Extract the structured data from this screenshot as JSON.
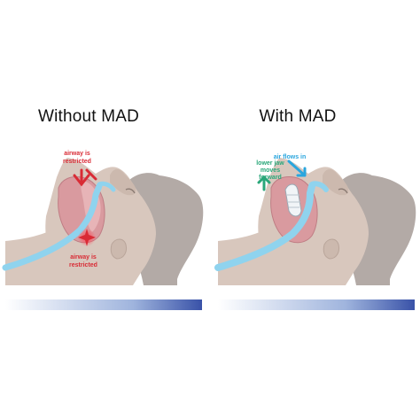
{
  "panels": {
    "left": {
      "title": "Without MAD",
      "label_top_line1": "airway is",
      "label_top_line2": "restricted",
      "label_bottom_line1": "airway is",
      "label_bottom_line2": "restricted"
    },
    "right": {
      "title": "With MAD",
      "label_air": "air flows in",
      "label_jaw_line1": "lower jaw",
      "label_jaw_line2": "moves",
      "label_jaw_line3": "forward"
    }
  },
  "colors": {
    "skin": "#d8c7bd",
    "skin_shadow": "#c7b4a9",
    "hair": "#b3aaa6",
    "throat": "#d99a9f",
    "airway": "#8fd3ee",
    "red_label": "#d92b35",
    "blue_label": "#2aa6de",
    "green_label": "#2aa77a",
    "floor_gradient_start": "#ffffff",
    "floor_gradient_end": "#3952a8"
  }
}
